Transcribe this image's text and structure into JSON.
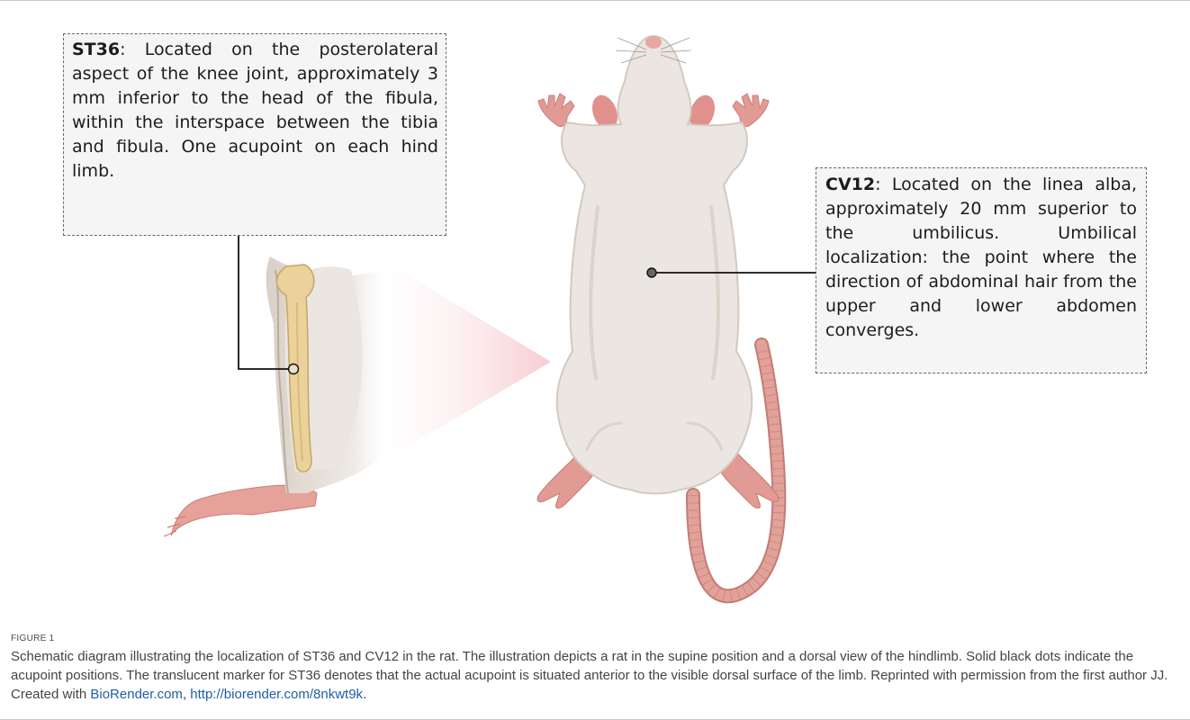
{
  "st36": {
    "title": "ST36",
    "text": ": Located on the posterolateral aspect of the knee joint, approximately 3 mm inferior to the head of the fibula, within the interspace between the tibia and fibula. One acupoint on each hind limb."
  },
  "cv12": {
    "title": "CV12",
    "text": ": Located on the linea alba, approximately 20 mm superior to the umbilicus. Umbilical localization: the point where the direction of abdominal hair from the upper and lower abdomen converges."
  },
  "figure": {
    "label": "FIGURE 1",
    "caption": "Schematic diagram illustrating the localization of ST36 and CV12 in the rat. The illustration depicts a rat in the supine position and a dorsal view of the hindlimb. Solid black dots indicate the acupoint positions. The translucent marker for ST36 denotes that the actual acupoint is situated anterior to the visible dorsal surface of the limb. Reprinted with permission from the first author JJ. Created with ",
    "link1": "BioRender.com",
    "sep": ", ",
    "link2": "http://biorender.com/8nkwt9k",
    "end": "."
  },
  "colors": {
    "fur": "#ebe6e1",
    "fur_shadow": "#d8cec4",
    "skin": "#e29a95",
    "tail": "#df9c94",
    "bone": "#e8d29a",
    "cone": "#f6c2c6"
  }
}
